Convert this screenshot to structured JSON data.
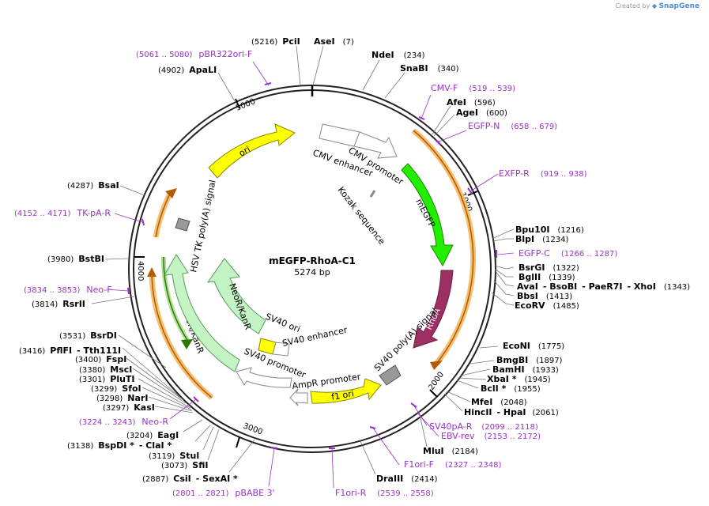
{
  "credit": {
    "prefix": "Created by",
    "brand": "SnapGene"
  },
  "plasmid": {
    "name": "mEGFP-RhoA-C1",
    "length": "5274 bp"
  },
  "ticks": [
    "1000",
    "2000",
    "3000",
    "4000",
    "5000"
  ],
  "features": [
    {
      "id": "cmv-enhancer",
      "label": "CMV enhancer"
    },
    {
      "id": "cmv-promoter",
      "label": "CMV promoter"
    },
    {
      "id": "kozak",
      "label": "Kozak sequence"
    },
    {
      "id": "megfp",
      "label": "mEGFP"
    },
    {
      "id": "rhoa",
      "label": "RhoA"
    },
    {
      "id": "sv40-polya",
      "label": "SV40 poly(A) signal"
    },
    {
      "id": "f1-ori",
      "label": "f1 ori"
    },
    {
      "id": "ampr-promoter",
      "label": "AmpR promoter"
    },
    {
      "id": "sv40-promoter",
      "label": "SV40 promoter"
    },
    {
      "id": "sv40-enhancer",
      "label": "SV40 enhancer"
    },
    {
      "id": "sv40-ori",
      "label": "SV40 ori"
    },
    {
      "id": "neor-inner",
      "label": "NeoR/KanR"
    },
    {
      "id": "neor-outer",
      "label": "NeoR/KanR"
    },
    {
      "id": "hsv-tk",
      "label": "HSV TK poly(A) signal"
    },
    {
      "id": "ori",
      "label": "ori"
    }
  ],
  "sites": {
    "pcil": {
      "name": "PciI",
      "pos": "(5216)"
    },
    "asel": {
      "name": "AseI",
      "pos": "(7)"
    },
    "ndei": {
      "name": "NdeI",
      "pos": "(234)"
    },
    "snabi": {
      "name": "SnaBI",
      "pos": "(340)"
    },
    "afei": {
      "name": "AfeI",
      "pos": "(596)"
    },
    "agei": {
      "name": "AgeI",
      "pos": "(600)"
    },
    "bpu10i": {
      "name": "Bpu10I",
      "pos": "(1216)"
    },
    "blpi": {
      "name": "BlpI",
      "pos": "(1234)"
    },
    "bsrgi": {
      "name": "BsrGI",
      "pos": "(1322)"
    },
    "bglii": {
      "name": "BglII",
      "pos": "(1339)"
    },
    "avai": {
      "name": "AvaI",
      "sep1": "- BsoBI",
      "sep2": "- PaeR7I",
      "sep3": "- XhoI",
      "pos": "(1343)"
    },
    "bbsi": {
      "name": "BbsI",
      "pos": "(1413)"
    },
    "ecorv": {
      "name": "EcoRV",
      "pos": "(1485)"
    },
    "econi": {
      "name": "EcoNI",
      "pos": "(1775)"
    },
    "bmgbi": {
      "name": "BmgBI",
      "pos": "(1897)"
    },
    "bamhi": {
      "name": "BamHI",
      "pos": "(1933)"
    },
    "xbai": {
      "name": "XbaI *",
      "pos": "(1945)"
    },
    "bcli": {
      "name": "BclI *",
      "pos": "(1955)"
    },
    "mfei": {
      "name": "MfeI",
      "pos": "(2048)"
    },
    "hincii": {
      "name": "HincII",
      "sep1": "- HpaI",
      "pos": "(2061)"
    },
    "mlui": {
      "name": "MluI",
      "pos": "(2184)"
    },
    "draiii": {
      "name": "DraIII",
      "pos": "(2414)"
    },
    "csii": {
      "name": "CsiI",
      "sep1": "- SexAI *",
      "pos": "(2887)"
    },
    "sfii": {
      "name": "SfiI",
      "pos": "(3073)"
    },
    "stui": {
      "name": "StuI",
      "pos": "(3119)"
    },
    "bspdi": {
      "name": "BspDI *",
      "sep1": "- ClaI *",
      "pos": "(3138)"
    },
    "eagi": {
      "name": "EagI",
      "pos": "(3204)"
    },
    "kasi": {
      "name": "KasI",
      "pos": "(3297)"
    },
    "nari": {
      "name": "NarI",
      "pos": "(3298)"
    },
    "sfoi": {
      "name": "SfoI",
      "pos": "(3299)"
    },
    "pluti": {
      "name": "PluTI",
      "pos": "(3301)"
    },
    "msci": {
      "name": "MscI",
      "pos": "(3380)"
    },
    "fspi": {
      "name": "FspI",
      "pos": "(3400)"
    },
    "pflfi": {
      "name": "PflFI",
      "sep1": "- Tth111I",
      "pos": "(3416)"
    },
    "bsrdi": {
      "name": "BsrDI",
      "pos": "(3531)"
    },
    "rsrii": {
      "name": "RsrII",
      "pos": "(3814)"
    },
    "bstbi": {
      "name": "BstBI",
      "pos": "(3980)"
    },
    "bsai": {
      "name": "BsaI",
      "pos": "(4287)"
    },
    "apali": {
      "name": "ApaLI",
      "pos": "(4902)"
    }
  },
  "primers": {
    "pbr322ori": {
      "name": "pBR322ori-F",
      "pos": "(5061 .. 5080)"
    },
    "cmvf": {
      "name": "CMV-F",
      "pos": "(519 .. 539)"
    },
    "egfpn": {
      "name": "EGFP-N",
      "pos": "(658 .. 679)"
    },
    "exfpr": {
      "name": "EXFP-R",
      "pos": "(919 .. 938)"
    },
    "egfpc": {
      "name": "EGFP-C",
      "pos": "(1266 .. 1287)"
    },
    "sv40par": {
      "name": "SV40pA-R",
      "pos": "(2099 .. 2118)"
    },
    "ebvrev": {
      "name": "EBV-rev",
      "pos": "(2153 .. 2172)"
    },
    "f1orif": {
      "name": "F1ori-F",
      "pos": "(2327 .. 2348)"
    },
    "f1orir": {
      "name": "F1ori-R",
      "pos": "(2539 .. 2558)"
    },
    "pbabe3": {
      "name": "pBABE 3'",
      "pos": "(2801 .. 2821)"
    },
    "neor": {
      "name": "Neo-R",
      "pos": "(3224 .. 3243)"
    },
    "neof": {
      "name": "Neo-F",
      "pos": "(3834 .. 3853)"
    },
    "tkpar": {
      "name": "TK-pA-R",
      "pos": "(4152 .. 4171)"
    }
  }
}
